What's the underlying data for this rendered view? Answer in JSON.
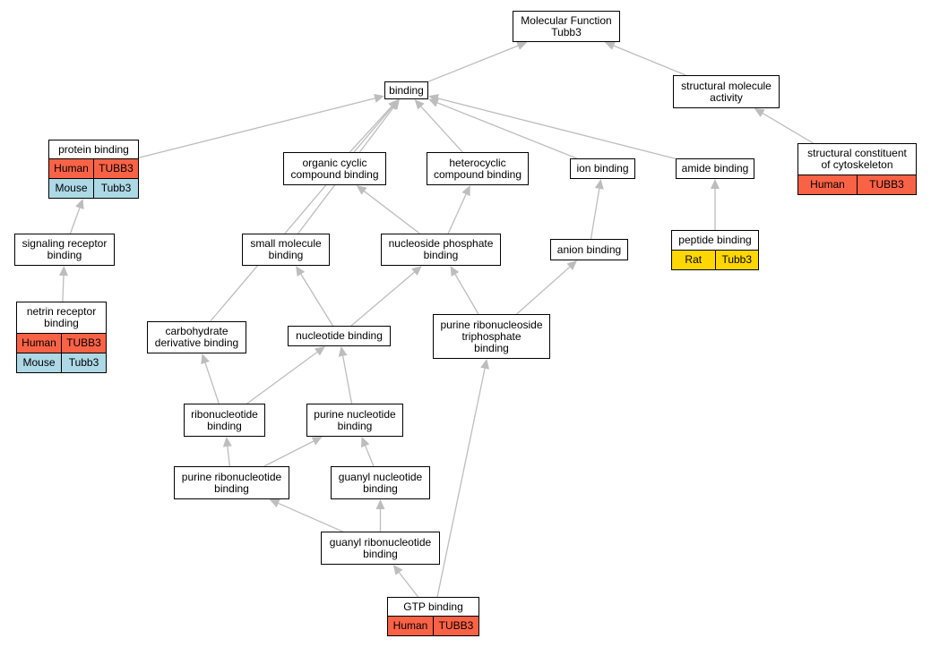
{
  "colors": {
    "edge": "#bdbdbd",
    "Human": "#fa6246",
    "Mouse": "#add8e6",
    "Rat": "#ffd700"
  },
  "nodes": {
    "mf": {
      "label": "Molecular Function\nTubb3"
    },
    "binding": {
      "label": "binding"
    },
    "sma": {
      "label": "structural molecule\nactivity"
    },
    "pb": {
      "label": "protein binding",
      "rows": [
        {
          "species": "Human",
          "gene": "TUBB3"
        },
        {
          "species": "Mouse",
          "gene": "Tubb3"
        }
      ]
    },
    "occb": {
      "label": "organic cyclic\ncompound binding"
    },
    "hcb": {
      "label": "heterocyclic\ncompound binding"
    },
    "ionb": {
      "label": "ion binding"
    },
    "amideb": {
      "label": "amide binding"
    },
    "scc": {
      "label": "structural constituent\nof cytoskeleton",
      "rows": [
        {
          "species": "Human",
          "gene": "TUBB3"
        }
      ]
    },
    "srb": {
      "label": "signaling receptor\nbinding"
    },
    "smb": {
      "label": "small molecule\nbinding"
    },
    "npb": {
      "label": "nucleoside phosphate\nbinding"
    },
    "anionb": {
      "label": "anion binding"
    },
    "pepb": {
      "label": "peptide binding",
      "rows": [
        {
          "species": "Rat",
          "gene": "Tubb3"
        }
      ]
    },
    "nrb": {
      "label": "netrin receptor\nbinding",
      "rows": [
        {
          "species": "Human",
          "gene": "TUBB3"
        },
        {
          "species": "Mouse",
          "gene": "Tubb3"
        }
      ]
    },
    "cdb": {
      "label": "carbohydrate\nderivative binding"
    },
    "nb": {
      "label": "nucleotide binding"
    },
    "prtb": {
      "label": "purine ribonucleoside\ntriphosphate\nbinding"
    },
    "rnb": {
      "label": "ribonucleotide\nbinding"
    },
    "pnb": {
      "label": "purine nucleotide\nbinding"
    },
    "prnb": {
      "label": "purine ribonucleotide\nbinding"
    },
    "gnb": {
      "label": "guanyl nucleotide\nbinding"
    },
    "grnb": {
      "label": "guanyl ribonucleotide\nbinding"
    },
    "gtpb": {
      "label": "GTP binding",
      "rows": [
        {
          "species": "Human",
          "gene": "TUBB3"
        }
      ]
    }
  },
  "edges": [
    [
      "binding",
      "mf"
    ],
    [
      "sma",
      "mf"
    ],
    [
      "scc",
      "sma"
    ],
    [
      "pb",
      "binding"
    ],
    [
      "occb",
      "binding"
    ],
    [
      "hcb",
      "binding"
    ],
    [
      "ionb",
      "binding"
    ],
    [
      "amideb",
      "binding"
    ],
    [
      "smb",
      "binding"
    ],
    [
      "cdb",
      "binding"
    ],
    [
      "srb",
      "pb"
    ],
    [
      "nrb",
      "srb"
    ],
    [
      "npb",
      "occb"
    ],
    [
      "npb",
      "hcb"
    ],
    [
      "anionb",
      "ionb"
    ],
    [
      "pepb",
      "amideb"
    ],
    [
      "nb",
      "smb"
    ],
    [
      "nb",
      "npb"
    ],
    [
      "prtb",
      "npb"
    ],
    [
      "prtb",
      "anionb"
    ],
    [
      "rnb",
      "cdb"
    ],
    [
      "rnb",
      "nb"
    ],
    [
      "pnb",
      "nb"
    ],
    [
      "prnb",
      "rnb"
    ],
    [
      "prnb",
      "pnb"
    ],
    [
      "gnb",
      "pnb"
    ],
    [
      "grnb",
      "prnb"
    ],
    [
      "grnb",
      "gnb"
    ],
    [
      "gtpb",
      "grnb"
    ],
    [
      "gtpb",
      "prtb"
    ]
  ]
}
